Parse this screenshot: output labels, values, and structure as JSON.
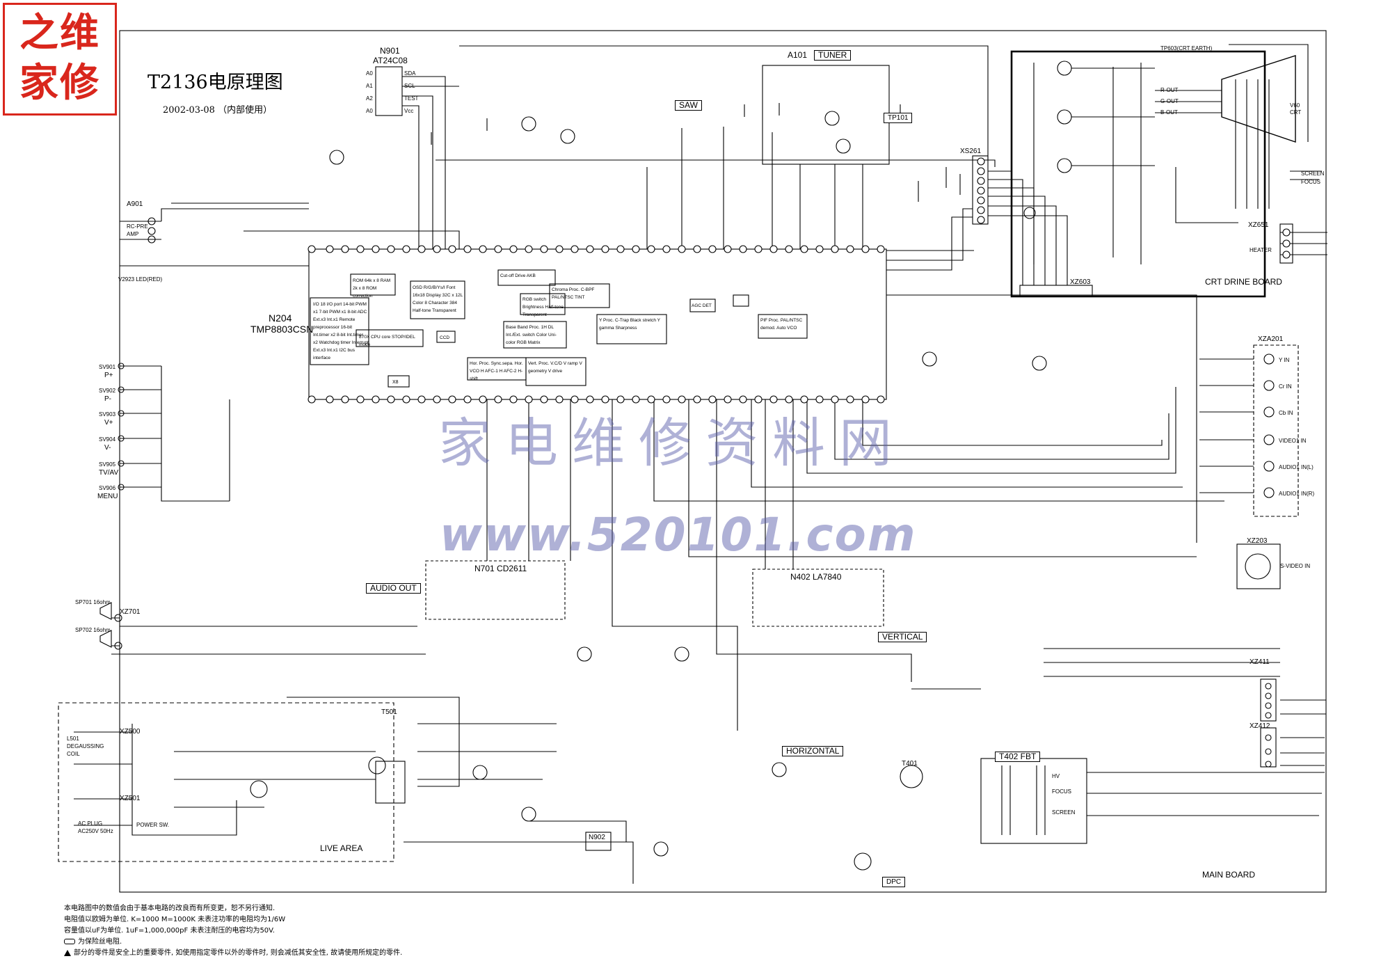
{
  "header": {
    "logo_line1": "之维",
    "logo_line2": "家修",
    "title": "T2136电原理图",
    "subtitle": "2002-03-08 （内部使用）"
  },
  "blocks": {
    "tuner": "TUNER",
    "saw": "SAW",
    "tp101": "TP101",
    "a101": "A101",
    "audio_out": "AUDIO OUT",
    "vertical": "VERTICAL",
    "horizontal": "HORIZONTAL",
    "live_area": "LIVE AREA",
    "dpc": "DPC",
    "main_board": "MAIN BOARD",
    "crt_board": "CRT DRINE BOARD",
    "fbt": "T402 FBT"
  },
  "ics": {
    "n901": "N901",
    "n901_part": "AT24C08",
    "n204": "N204",
    "n204_part": "TMP8803CSN",
    "n701": "N701 CD2611",
    "n402": "N402 LA7840",
    "n902": "N902",
    "xz603": "XZ603",
    "xza201": "XZA201",
    "xz651": "XZ651",
    "xz411": "XZ411",
    "xz412": "XZ412",
    "xz203": "XZ203",
    "xs261": "XS261",
    "xz701": "XZ701",
    "xz500": "XZ500",
    "xz501": "XZ501",
    "a901": "A901",
    "t401": "T401",
    "t501": "T501"
  },
  "eeprom_pins": [
    "A0",
    "A1",
    "A2",
    "A0",
    "SDA",
    "SCL",
    "TEST",
    "Vcc"
  ],
  "keys": [
    {
      "ref": "SV901",
      "label": "P+"
    },
    {
      "ref": "SV902",
      "label": "P-"
    },
    {
      "ref": "SV903",
      "label": "V+"
    },
    {
      "ref": "SV904",
      "label": "V-"
    },
    {
      "ref": "SV905",
      "label": "TV/AV"
    },
    {
      "ref": "SV906",
      "label": "MENU"
    }
  ],
  "av_jacks": [
    "Y IN",
    "Cr IN",
    "Cb IN",
    "VIDEO1 IN",
    "AUDIO1 IN(L)",
    "AUDIO1 IN(R)"
  ],
  "svideo": "S-VIDEO IN",
  "crt_outputs": [
    "R-OUT",
    "G-OUT",
    "B-OUT"
  ],
  "fbt_outputs": [
    "HV",
    "FOCUS",
    "SCREEN"
  ],
  "crt_labels": [
    "TP603(CRT EARTH)",
    "FOCUS",
    "SCREEN",
    "HEATER",
    "V60",
    "CRT"
  ],
  "ir": {
    "ref": "A901",
    "text": "RC-PRE AMP"
  },
  "led": "V2923 LED(RED)",
  "speakers": [
    "SP701 16ohm",
    "SP702 16ohm"
  ],
  "power": {
    "degauss": "L501 DEGAUSSING COIL",
    "plug": "AC PLUG AC250V 50Hz",
    "switch": "POWER SW."
  },
  "ic_blocks": [
    "I/O 18 I/O port 14-bit PWM x1 7-bit PWM x1 8-bit ADC Ext.x3 Int.x1 Remote preprocessor 16-bit Int.timer x2 8-bit Int.timer x2 Watchdog timer Interrupt Ext.x3 Int.x1 I2C bus interface",
    "ROM 64k x 8 RAM 2k x 8 ROM correction",
    "OSD R/G/B/Ys/I Font 16x18 Display 32C x 12L Color 8 Character 384 Half-tone Transparent",
    "870X CPU core STOP/IDEL mode",
    "RGB switch Brightness Half-tone Transparent",
    "Chroma Proc. C-BPF PAL/NTSC TINT",
    "Y Proc. C-Trap Black stretch Y gamma Sharpness",
    "Base Band Proc. 1H DL Int./Ext. switch Color Uni-color RGB Matrix",
    "Hor. Proc. Sync.sepa. Hor. VCO H AFC-1 H AFC-2 H-shift",
    "Vert. Proc. V.C/D V ramp V geometry V drive",
    "PIF Proc. PAL/NTSC demod. Auto VCO",
    "Cut-off Drive AKB",
    "AGC DET",
    "CCD",
    "X8"
  ],
  "watermark": {
    "line1": "家电维修资料网",
    "line2": "www.520101.com"
  },
  "notes": [
    "本电路图中的数值会由于基本电路的改良而有所变更，恕不另行通知.",
    "电阻值以欧姆为单位. K=1000  M=1000K          未表注功率的电阻均为1/6W",
    "容量值以uF为单位.   1uF=1,000,000pF            未表注耐压的电容均为50V.",
    "为保险丝电阻.",
    "部分的零件是安全上的重要零件, 如使用指定零件以外的零件时, 则会减低其安全性, 故请使用所规定的零件."
  ]
}
